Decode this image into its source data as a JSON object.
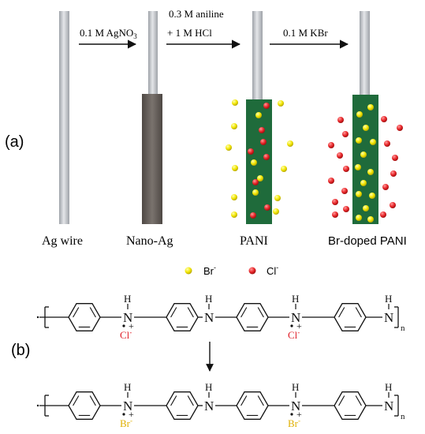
{
  "panel_labels": {
    "a": "(a)",
    "b": "(b)"
  },
  "steps": [
    {
      "label": "0.1 M AgNO",
      "subscript": "3"
    },
    {
      "line1": "0.3 M aniline",
      "line2": "+ 1 M HCl"
    },
    {
      "label": "0.1 M KBr"
    }
  ],
  "stages": [
    "Ag wire",
    "Nano-Ag",
    "PANI",
    "Br-doped PANI"
  ],
  "legend": [
    {
      "ion": "Br",
      "charge": "-",
      "color": "#f2e600"
    },
    {
      "ion": "Cl",
      "charge": "-",
      "color": "#e8262a"
    }
  ],
  "colors": {
    "wire": "#c6c8cc",
    "nano_ag": "#6a6460",
    "pani": "#1f6b3b",
    "cl_label": "#e0202a",
    "br_label": "#e0b000"
  },
  "structure": {
    "h": "H",
    "n": "N",
    "plus": "+",
    "subscript_n": "n",
    "top_counterion": "Cl",
    "bottom_counterion": "Br",
    "ion_charge": "-"
  }
}
